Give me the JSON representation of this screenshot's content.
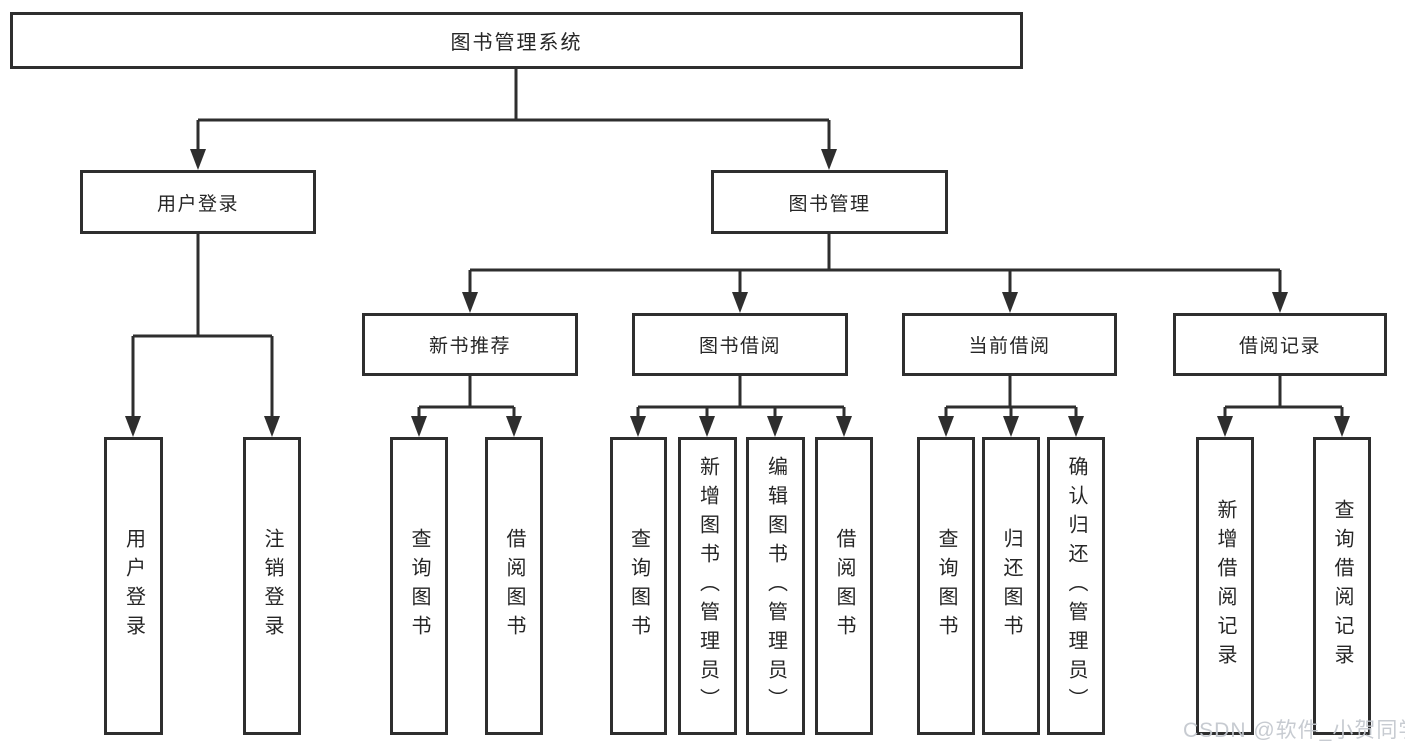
{
  "colors": {
    "line": "#2e2e2e",
    "box_border": "#2e2e2e",
    "box_background": "#ffffff",
    "text": "#262626",
    "watermark_text": "#c4c8cf"
  },
  "nodes": {
    "root": {
      "label": "图书管理系统"
    },
    "level2": [
      {
        "label": "用户登录"
      },
      {
        "label": "图书管理"
      }
    ],
    "level3": [
      {
        "label": "新书推荐",
        "parent": "图书管理"
      },
      {
        "label": "图书借阅",
        "parent": "图书管理"
      },
      {
        "label": "当前借阅",
        "parent": "图书管理"
      },
      {
        "label": "借阅记录",
        "parent": "图书管理"
      }
    ],
    "leaves": [
      {
        "label": "用户登录",
        "parent": "用户登录"
      },
      {
        "label": "注销登录",
        "parent": "用户登录"
      },
      {
        "label": "查询图书",
        "parent": "新书推荐"
      },
      {
        "label": "借阅图书",
        "parent": "新书推荐"
      },
      {
        "label": "查询图书",
        "parent": "图书借阅"
      },
      {
        "label": "新增图书（管理员）",
        "parent": "图书借阅"
      },
      {
        "label": "编辑图书（管理员）",
        "parent": "图书借阅"
      },
      {
        "label": "借阅图书",
        "parent": "图书借阅"
      },
      {
        "label": "查询图书",
        "parent": "当前借阅"
      },
      {
        "label": "归还图书",
        "parent": "当前借阅"
      },
      {
        "label": "确认归还（管理员）",
        "parent": "当前借阅"
      },
      {
        "label": "新增借阅记录",
        "parent": "借阅记录"
      },
      {
        "label": "查询借阅记录",
        "parent": "借阅记录"
      }
    ]
  },
  "watermark": {
    "text": "CSDN @软件_小贺同学"
  }
}
